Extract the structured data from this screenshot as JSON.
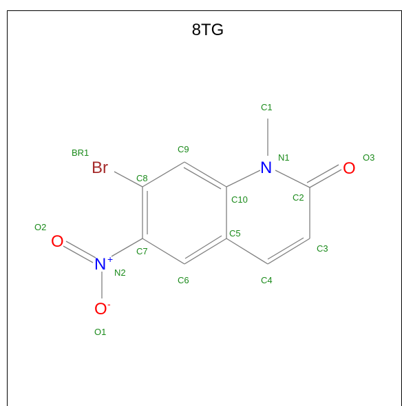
{
  "title": "8TG",
  "colors": {
    "bond": "#7f7f7f",
    "nitrogen": "#0000ff",
    "oxygen": "#ff0000",
    "bromine": "#a52a2a",
    "label": "#1a8a1a"
  },
  "atoms": {
    "n1": "N",
    "o3": "O",
    "br": "Br",
    "n2": "N",
    "n2_charge": "+",
    "o2": "O",
    "o1": "O",
    "o1_charge": "-"
  },
  "labels": {
    "c1": "C1",
    "n1": "N1",
    "o3": "O3",
    "c9": "C9",
    "br1": "BR1",
    "c8": "C8",
    "c10": "C10",
    "c2": "C2",
    "c5": "C5",
    "c3": "C3",
    "c7": "C7",
    "o2": "O2",
    "n2": "N2",
    "c6": "C6",
    "c4": "C4",
    "o1": "O1"
  }
}
